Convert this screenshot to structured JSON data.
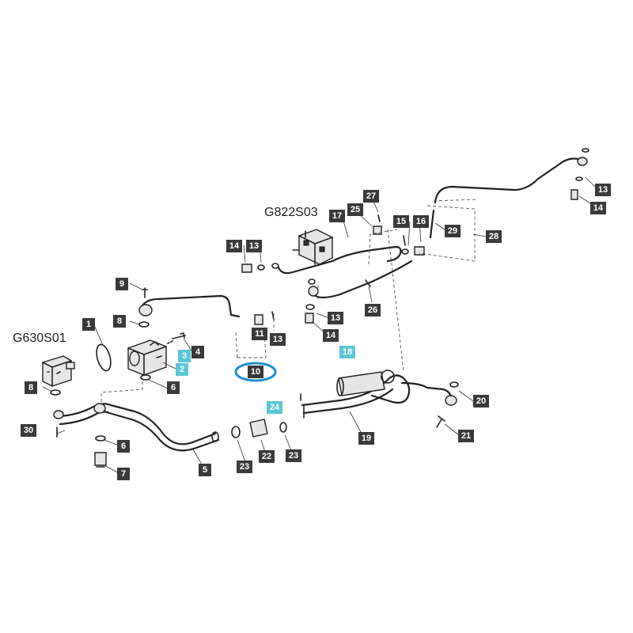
{
  "diagram": {
    "colors": {
      "callout_default": "#3a3a3a",
      "callout_highlight": "#5bc7d6",
      "selection_ring": "#1a8fd0",
      "line": "#222222"
    },
    "assembly_refs": [
      "G630S01",
      "G822S03"
    ],
    "callouts": [
      {
        "label": "1",
        "highlight": false
      },
      {
        "label": "2",
        "highlight": true
      },
      {
        "label": "3",
        "highlight": true
      },
      {
        "label": "4",
        "highlight": false
      },
      {
        "label": "5",
        "highlight": false
      },
      {
        "label": "6",
        "highlight": false
      },
      {
        "label": "6",
        "highlight": false
      },
      {
        "label": "7",
        "highlight": false
      },
      {
        "label": "8",
        "highlight": false
      },
      {
        "label": "8",
        "highlight": false
      },
      {
        "label": "9",
        "highlight": false
      },
      {
        "label": "10",
        "highlight": false,
        "selected": true
      },
      {
        "label": "11",
        "highlight": false
      },
      {
        "label": "13",
        "highlight": false
      },
      {
        "label": "13",
        "highlight": false
      },
      {
        "label": "13",
        "highlight": false
      },
      {
        "label": "13",
        "highlight": false
      },
      {
        "label": "14",
        "highlight": false
      },
      {
        "label": "14",
        "highlight": false
      },
      {
        "label": "14",
        "highlight": false
      },
      {
        "label": "15",
        "highlight": false
      },
      {
        "label": "16",
        "highlight": false
      },
      {
        "label": "17",
        "highlight": false
      },
      {
        "label": "18",
        "highlight": true
      },
      {
        "label": "19",
        "highlight": false
      },
      {
        "label": "20",
        "highlight": false
      },
      {
        "label": "21",
        "highlight": false
      },
      {
        "label": "22",
        "highlight": false
      },
      {
        "label": "23",
        "highlight": false
      },
      {
        "label": "23",
        "highlight": false
      },
      {
        "label": "24",
        "highlight": true
      },
      {
        "label": "25",
        "highlight": false
      },
      {
        "label": "26",
        "highlight": false
      },
      {
        "label": "27",
        "highlight": false
      },
      {
        "label": "28",
        "highlight": false
      },
      {
        "label": "29",
        "highlight": false
      },
      {
        "label": "30",
        "highlight": false
      }
    ]
  }
}
